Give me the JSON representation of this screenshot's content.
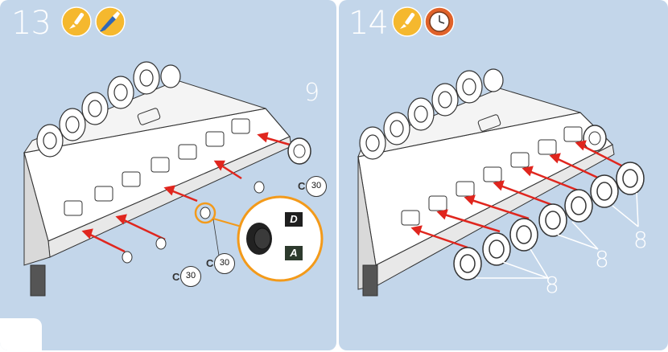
{
  "steps": [
    {
      "number": "13",
      "icons": [
        "glue-brush-icon",
        "paint-brush-icon"
      ],
      "part_label": "9",
      "quantity_badges": [
        "30",
        "30",
        "30"
      ],
      "detail_tags": [
        "D",
        "A"
      ]
    },
    {
      "number": "14",
      "icons": [
        "glue-brush-icon",
        "clock-icon"
      ],
      "part_labels": [
        "8",
        "8",
        "8"
      ]
    }
  ],
  "colors": {
    "panel_bg": "#c3d6ea",
    "arrow_red": "#e0261e",
    "highlight_orange": "#f39a1a",
    "icon_yellow": "#f5b82e"
  }
}
